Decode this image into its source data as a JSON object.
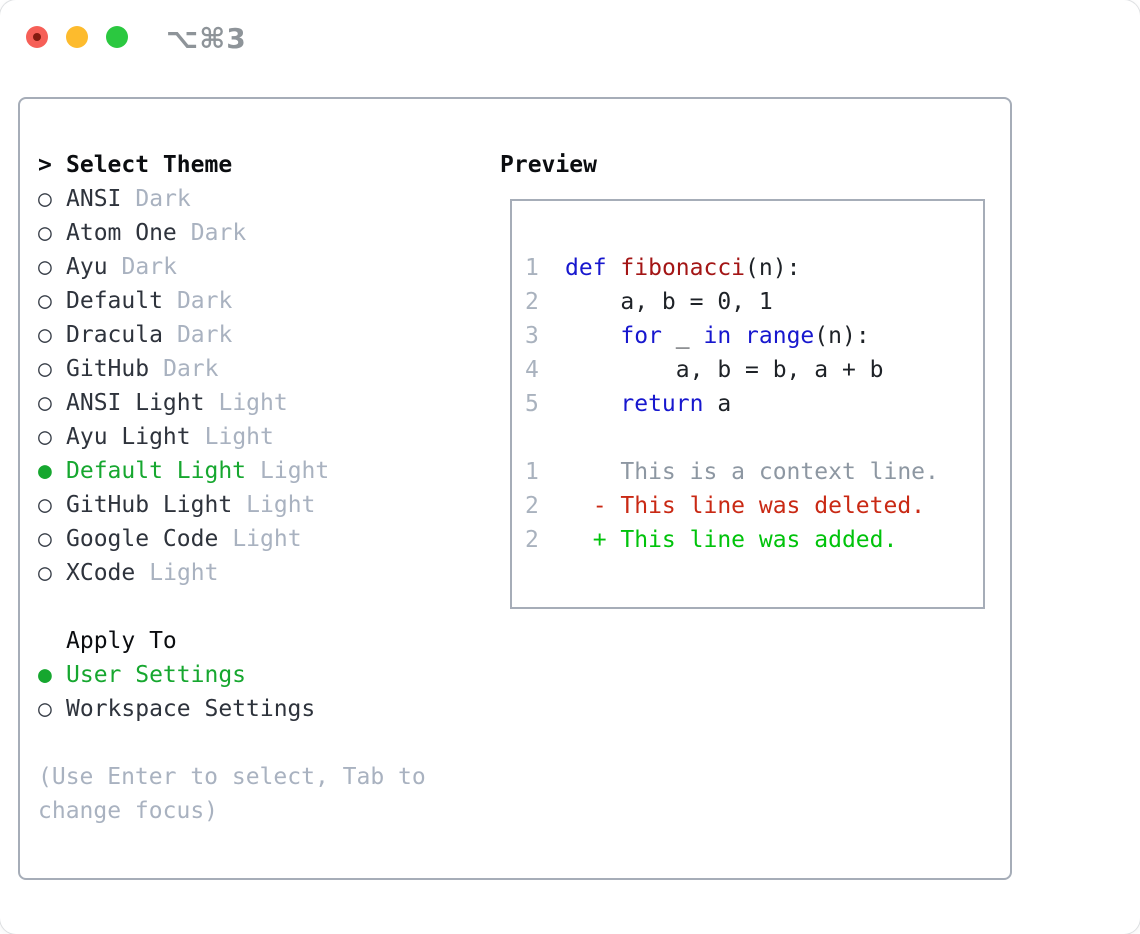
{
  "window": {
    "title": "⌥⌘3",
    "traffic_lights": [
      "close",
      "minimize",
      "zoom"
    ]
  },
  "theme_selector": {
    "cursor": ">",
    "header": "Select Theme",
    "items": [
      {
        "name": "ANSI",
        "variant": "Dark",
        "selected": false
      },
      {
        "name": "Atom One",
        "variant": "Dark",
        "selected": false
      },
      {
        "name": "Ayu",
        "variant": "Dark",
        "selected": false
      },
      {
        "name": "Default",
        "variant": "Dark",
        "selected": false
      },
      {
        "name": "Dracula",
        "variant": "Dark",
        "selected": false
      },
      {
        "name": "GitHub",
        "variant": "Dark",
        "selected": false
      },
      {
        "name": "ANSI Light",
        "variant": "Light",
        "selected": false
      },
      {
        "name": "Ayu Light",
        "variant": "Light",
        "selected": false
      },
      {
        "name": "Default Light",
        "variant": "Light",
        "selected": true
      },
      {
        "name": "GitHub Light",
        "variant": "Light",
        "selected": false
      },
      {
        "name": "Google Code",
        "variant": "Light",
        "selected": false
      },
      {
        "name": "XCode",
        "variant": "Light",
        "selected": false
      }
    ]
  },
  "apply_to": {
    "header": "Apply To",
    "items": [
      {
        "name": "User Settings",
        "selected": true
      },
      {
        "name": "Workspace Settings",
        "selected": false
      }
    ]
  },
  "hint": "(Use Enter to select, Tab to change focus)",
  "preview": {
    "header": "Preview",
    "code_lines": [
      {
        "num": "1",
        "tokens": [
          {
            "t": "def",
            "c": "kw"
          },
          {
            "t": " ",
            "c": "plain"
          },
          {
            "t": "fibonacci",
            "c": "fn"
          },
          {
            "t": "(n):",
            "c": "plain"
          }
        ]
      },
      {
        "num": "2",
        "tokens": [
          {
            "t": "    a, b = 0, 1",
            "c": "plain"
          }
        ]
      },
      {
        "num": "3",
        "tokens": [
          {
            "t": "    ",
            "c": "plain"
          },
          {
            "t": "for",
            "c": "kw"
          },
          {
            "t": " _ ",
            "c": "plain"
          },
          {
            "t": "in",
            "c": "kw"
          },
          {
            "t": " ",
            "c": "plain"
          },
          {
            "t": "range",
            "c": "kw"
          },
          {
            "t": "(n):",
            "c": "plain"
          }
        ]
      },
      {
        "num": "4",
        "tokens": [
          {
            "t": "        a, b = b, a + b",
            "c": "plain"
          }
        ]
      },
      {
        "num": "5",
        "tokens": [
          {
            "t": "    ",
            "c": "plain"
          },
          {
            "t": "return",
            "c": "kw"
          },
          {
            "t": " a",
            "c": "plain"
          }
        ]
      }
    ],
    "diff_lines": [
      {
        "num": "1",
        "text": "    This is a context line.",
        "kind": "context"
      },
      {
        "num": "2",
        "text": "  - This line was deleted.",
        "kind": "deleted"
      },
      {
        "num": "2",
        "text": "  + This line was added.",
        "kind": "added"
      }
    ]
  },
  "colors": {
    "selected_green": "#16a72f",
    "diff_added_green": "#00c30b",
    "diff_deleted_red": "#c92914",
    "keyword_blue": "#1717ce",
    "function_red": "#a31515",
    "muted_gray": "#a9b2c0",
    "border_gray": "#a6adb8",
    "traffic_red": "#f65f57",
    "traffic_yellow": "#fdbb2d",
    "traffic_green": "#2bc840"
  }
}
